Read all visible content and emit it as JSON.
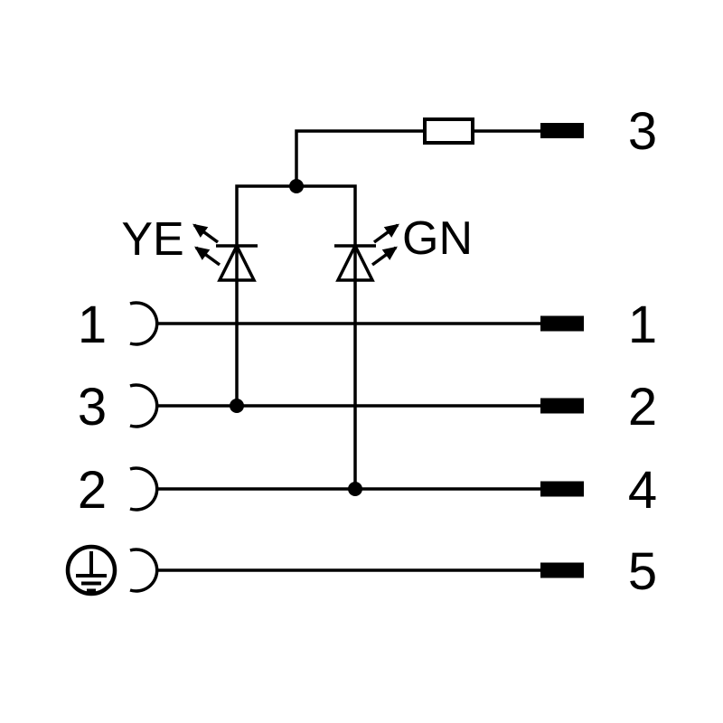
{
  "diagram": {
    "type": "connector-wiring-schematic",
    "colors": {
      "line": "#000000",
      "background": "#ffffff",
      "terminal_fill": "#000000",
      "led_body_fill": "#ffffff"
    },
    "top_branch": {
      "component": "resistor",
      "right_pin_label": "3"
    },
    "leds": {
      "left": {
        "label": "YE"
      },
      "right": {
        "label": "GN"
      }
    },
    "rows": [
      {
        "left_label": "1",
        "right_label": "1"
      },
      {
        "left_label": "3",
        "right_label": "2"
      },
      {
        "left_label": "2",
        "right_label": "4"
      },
      {
        "left_icon": "protective-earth-icon",
        "right_label": "5"
      }
    ]
  }
}
